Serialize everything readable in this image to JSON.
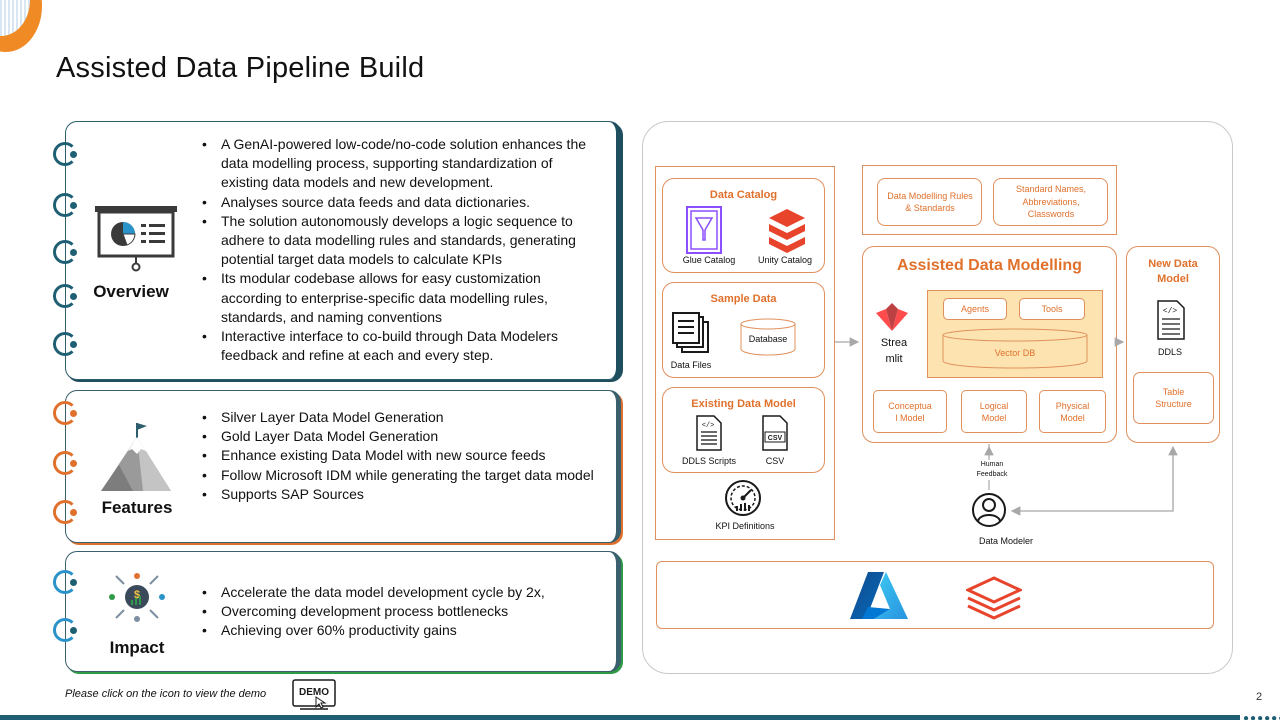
{
  "page": {
    "title": "Assisted Data Pipeline Build",
    "page_number": "2",
    "demo_note": "Please click on the icon to view the demo",
    "demo_icon_text": "DEMO"
  },
  "cards": {
    "overview": {
      "label": "Overview",
      "icon": "presentation-board-icon",
      "bullets": [
        "A GenAI-powered low-code/no-code solution enhances the data modelling process, supporting standardization of existing data models and new development.",
        "Analyses source data feeds and data dictionaries.",
        "The solution autonomously develops a logic sequence to adhere to data modelling rules and standards, generating potential target data models to calculate KPIs",
        "Its modular codebase allows for easy customization according to enterprise-specific data modelling rules, standards, and naming conventions",
        "Interactive interface to co-build through Data Modelers feedback and refine at each and every step."
      ]
    },
    "features": {
      "label": "Features",
      "icon": "mountain-flag-icon",
      "bullets": [
        "Silver Layer Data Model Generation",
        "Gold Layer Data Model Generation",
        "Enhance existing Data Model with new source feeds",
        "Follow Microsoft IDM while generating the target data model",
        "Supports SAP Sources"
      ]
    },
    "impact": {
      "label": "Impact",
      "icon": "money-growth-icon",
      "bullets": [
        "Accelerate the data model development cycle by 2x,",
        "Overcoming development process bottlenecks",
        "Achieving over 60% productivity gains"
      ]
    }
  },
  "diagram": {
    "data_catalog": {
      "title": "Data Catalog",
      "glue": "Glue Catalog",
      "unity": "Unity Catalog"
    },
    "sample_data": {
      "title": "Sample Data",
      "files": "Data Files",
      "database": "Database"
    },
    "existing_model": {
      "title": "Existing Data Model",
      "ddls": "DDLS Scripts",
      "csv": "CSV",
      "csv_icon_text": "CSV"
    },
    "kpi": "KPI Definitions",
    "rules": {
      "modelling": "Data Modelling Rules & Standards",
      "names": "Standard Names, Abbreviations, Classwords"
    },
    "assisted": {
      "title": "Assisted Data Modelling",
      "streamlit_line1": "Strea",
      "streamlit_line2": "mlit",
      "agents": "Agents",
      "tools": "Tools",
      "vector_db": "Vector DB",
      "conceptual_line1": "Conceptua",
      "conceptual_line2": "l Model",
      "logical_line1": "Logical",
      "logical_line2": "Model",
      "physical_line1": "Physical",
      "physical_line2": "Model"
    },
    "new_model": {
      "title_line1": "New Data",
      "title_line2": "Model",
      "ddls": "DDLS",
      "table_line1": "Table",
      "table_line2": "Structure"
    },
    "human_feedback_line1": "Human",
    "human_feedback_line2": "Feedback",
    "data_modeler": "Data Modeler",
    "platforms": [
      "azure-logo-icon",
      "databricks-logo-icon"
    ]
  },
  "colors": {
    "teal": "#1f5f73",
    "orange": "#e0712c",
    "green": "#2e9a46",
    "azure_blue": "#0a78d4",
    "databricks_red": "#e8442c"
  }
}
